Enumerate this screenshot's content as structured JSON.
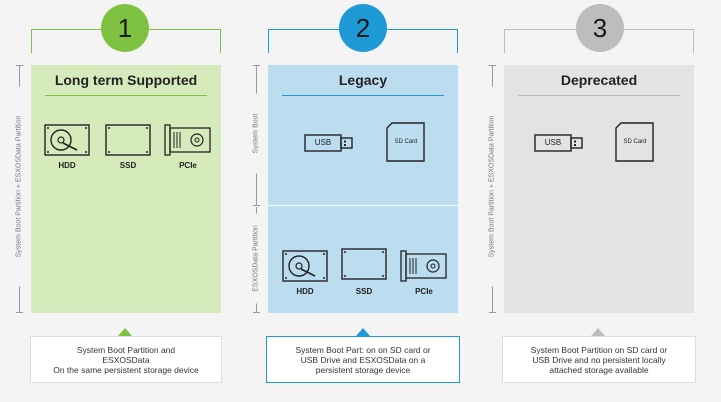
{
  "colors": {
    "green": "#7fc241",
    "green_panel": "#d6ebbc",
    "blue": "#1e9ad6",
    "blue_panel": "#bcdcf0",
    "gray": "#bdbdbd",
    "gray_panel": "#e3e3e3"
  },
  "columns": [
    {
      "number": "1",
      "title": "Long term Supported",
      "side_label": "System Boot Partition + ESXOSData Partition",
      "devices": [
        "HDD",
        "SSD",
        "PCIe"
      ],
      "description": [
        "System Boot Partition and",
        "ESXOSData",
        "On the same persistent storage device"
      ]
    },
    {
      "number": "2",
      "title": "Legacy",
      "side_label_top": "System Boot",
      "side_label_bottom": "ESXOSData Partition",
      "boot_devices": [
        "USB",
        "SD Card"
      ],
      "devices": [
        "HDD",
        "SSD",
        "PCIe"
      ],
      "description": [
        "System Boot Part: on on SD card or",
        "USB Drive and ESXOSData on a",
        "persistent storage device"
      ]
    },
    {
      "number": "3",
      "title": "Deprecated",
      "side_label": "System Boot Partition + ESXOSData Partition",
      "boot_devices": [
        "USB",
        "SD Card"
      ],
      "description": [
        "System Boot Partition on SD card or",
        "USB Drive and no persistent locally",
        "attached storage available"
      ]
    }
  ]
}
